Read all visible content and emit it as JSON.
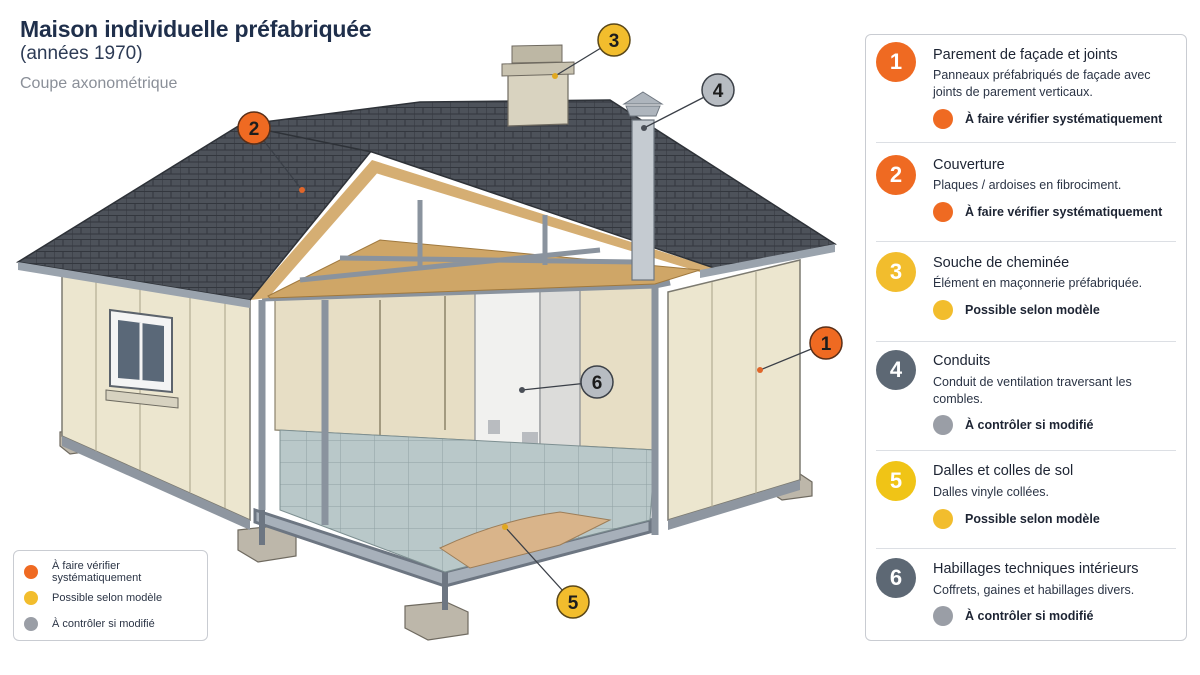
{
  "header": {
    "title_line1": "Maison individuelle préfabriquée",
    "title_line2": "(années 1970)",
    "subtitle": "Coupe axonométrique"
  },
  "colors": {
    "orange": "#ef6a22",
    "yellow": "#f2bd2d",
    "gray": "#9a9ea6",
    "dark_gray": "#5d6874",
    "dark_yellow": "#f0c416"
  },
  "callouts": [
    "1",
    "2",
    "3",
    "4",
    "5",
    "6"
  ],
  "legend": [
    {
      "label": "À faire vérifier systématiquement",
      "color": "#ef6a22"
    },
    {
      "label": "Possible selon modèle",
      "color": "#f2bd2d"
    },
    {
      "label": "À contrôler si modifié",
      "color": "#9a9ea6"
    }
  ],
  "items": [
    {
      "number": "1",
      "title": "Parement de façade et joints",
      "description": "Panneaux préfabriqués de façade avec joints de parement verticaux.",
      "status": "À faire vérifier systématiquement",
      "badge_color": "#ef6a22",
      "status_color": "#ef6a22"
    },
    {
      "number": "2",
      "title": "Couverture",
      "description": "Plaques / ardoises en fibrociment.",
      "status": "À faire vérifier systématiquement",
      "badge_color": "#ef6a22",
      "status_color": "#ef6a22"
    },
    {
      "number": "3",
      "title": "Souche de cheminée",
      "description": "Élément en maçonnerie préfabriquée.",
      "status": "Possible selon modèle",
      "badge_color": "#f2bd2d",
      "status_color": "#f2bd2d"
    },
    {
      "number": "4",
      "title": "Conduits",
      "description": "Conduit de ventilation traversant les combles.",
      "status": "À contrôler si modifié",
      "badge_color": "#5d6874",
      "status_color": "#9a9ea6"
    },
    {
      "number": "5",
      "title": "Dalles et colles de sol",
      "description": "Dalles vinyle collées.",
      "status": "Possible selon modèle",
      "badge_color": "#f0c416",
      "status_color": "#f2bd2d"
    },
    {
      "number": "6",
      "title": "Habillages techniques intérieurs",
      "description": "Coffrets, gaines et habillages divers.",
      "status": "À contrôler si modifié",
      "badge_color": "#5d6874",
      "status_color": "#9a9ea6"
    }
  ]
}
